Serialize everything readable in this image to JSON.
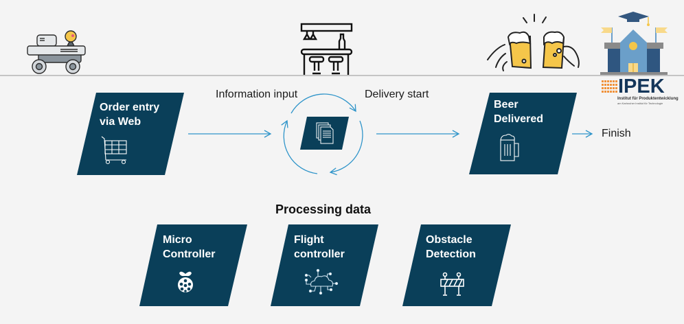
{
  "diagram": {
    "title": "Beer delivery process flow",
    "colors": {
      "background": "#f4f4f4",
      "card": "#0a3f59",
      "arrow": "#2e94c9",
      "divider": "#b3b3b3",
      "card_text": "#ffffff"
    },
    "top_icons": [
      {
        "name": "delivery-robot-icon"
      },
      {
        "name": "bar-counter-icon"
      },
      {
        "name": "beer-cheers-icon"
      },
      {
        "name": "university-building-icon"
      }
    ],
    "logo": {
      "name": "IPEK",
      "subtitle_line1": "Institut für Produktentwicklung",
      "subtitle_line2": "am Karlsruher Institut für Technologie"
    },
    "main_flow": {
      "steps": [
        {
          "id": "order",
          "line1": "Order entry",
          "line2": "via Web",
          "icon": "shopping-cart-icon"
        },
        {
          "id": "process",
          "line1": "",
          "line2": "",
          "icon": "documents-icon"
        },
        {
          "id": "delivered",
          "line1": "Beer",
          "line2": "Delivered",
          "icon": "beer-mug-icon"
        }
      ],
      "labels": {
        "information_input": "Information input",
        "delivery_start": "Delivery start",
        "finish": "Finish"
      }
    },
    "processing": {
      "title": "Processing data",
      "items": [
        {
          "line1": "Micro",
          "line2": "Controller",
          "icon": "raspberry-pi-icon"
        },
        {
          "line1": "Flight",
          "line2": "controller",
          "icon": "cloud-network-icon"
        },
        {
          "line1": "Obstacle",
          "line2": "Detection",
          "icon": "road-barrier-icon"
        }
      ]
    }
  }
}
